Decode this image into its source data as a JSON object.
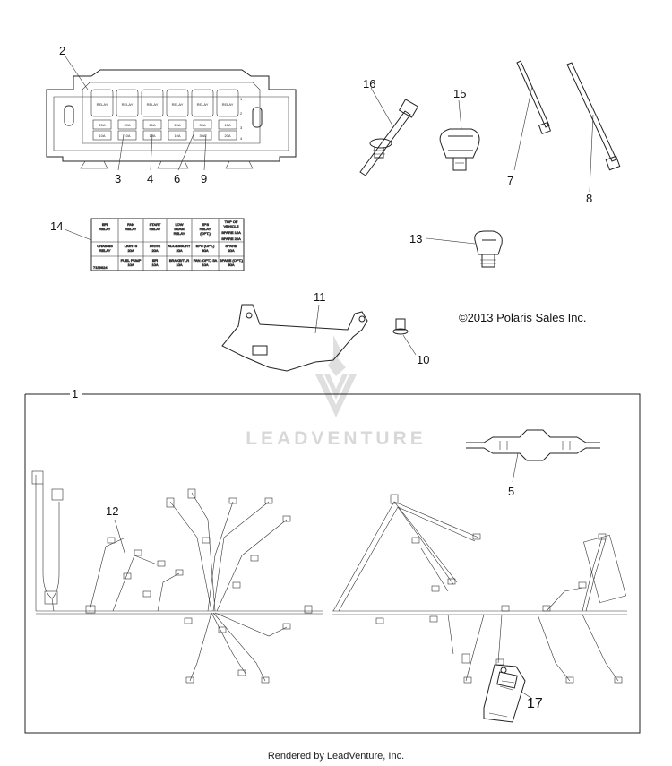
{
  "diagram": {
    "copyright": "©2013 Polaris Sales Inc.",
    "watermark": "LEADVENTURE",
    "footer": "Rendered by LeadVenture, Inc.",
    "callouts": {
      "c1": "1",
      "c2": "2",
      "c3": "3",
      "c4": "4",
      "c5": "5",
      "c6": "6",
      "c7": "7",
      "c8": "8",
      "c9": "9",
      "c10": "10",
      "c11": "11",
      "c12": "12",
      "c13": "13",
      "c14": "14",
      "c15": "15",
      "c16": "16",
      "c17": "17"
    },
    "label_card": {
      "row1": [
        "EFI\nRELAY",
        "FAN\nRELAY",
        "START\nRELAY",
        "LOW\nBEAM\nRELAY",
        "EPS\nRELAY\n(OPT.)",
        "TOP OF\nVEHICLE",
        "SPARE 10A",
        "SPARE 20A"
      ],
      "row2": [
        "CHASSIS\nRELAY",
        "LIGHTS\n20A",
        "DRIVE\n20A",
        "ACCESSORY\n20A",
        "EPS (OPT.)\n30A",
        "SPARE\n20A"
      ],
      "row3": [
        "",
        "FUEL PUMP\n10A",
        "EFI\n10A",
        "BRAKE/TLR\n10A",
        "FAN (OPT.) 5A\n10A",
        "SPARE (OPT.)\n30A"
      ],
      "part_no": "7159624"
    },
    "fuse_box": {
      "relay_labels": [
        "RELAY",
        "RELAY",
        "RELAY",
        "RELAY",
        "RELAY",
        "RELAY"
      ],
      "fuse_top": [
        "20A",
        "20A",
        "20A",
        "20A",
        "30A",
        "10A"
      ],
      "fuse_bottom": [
        "10A",
        "10A",
        "10A",
        "10A",
        "30A",
        "20A"
      ],
      "side_marks": [
        "1",
        "2",
        "3",
        "4"
      ]
    }
  }
}
